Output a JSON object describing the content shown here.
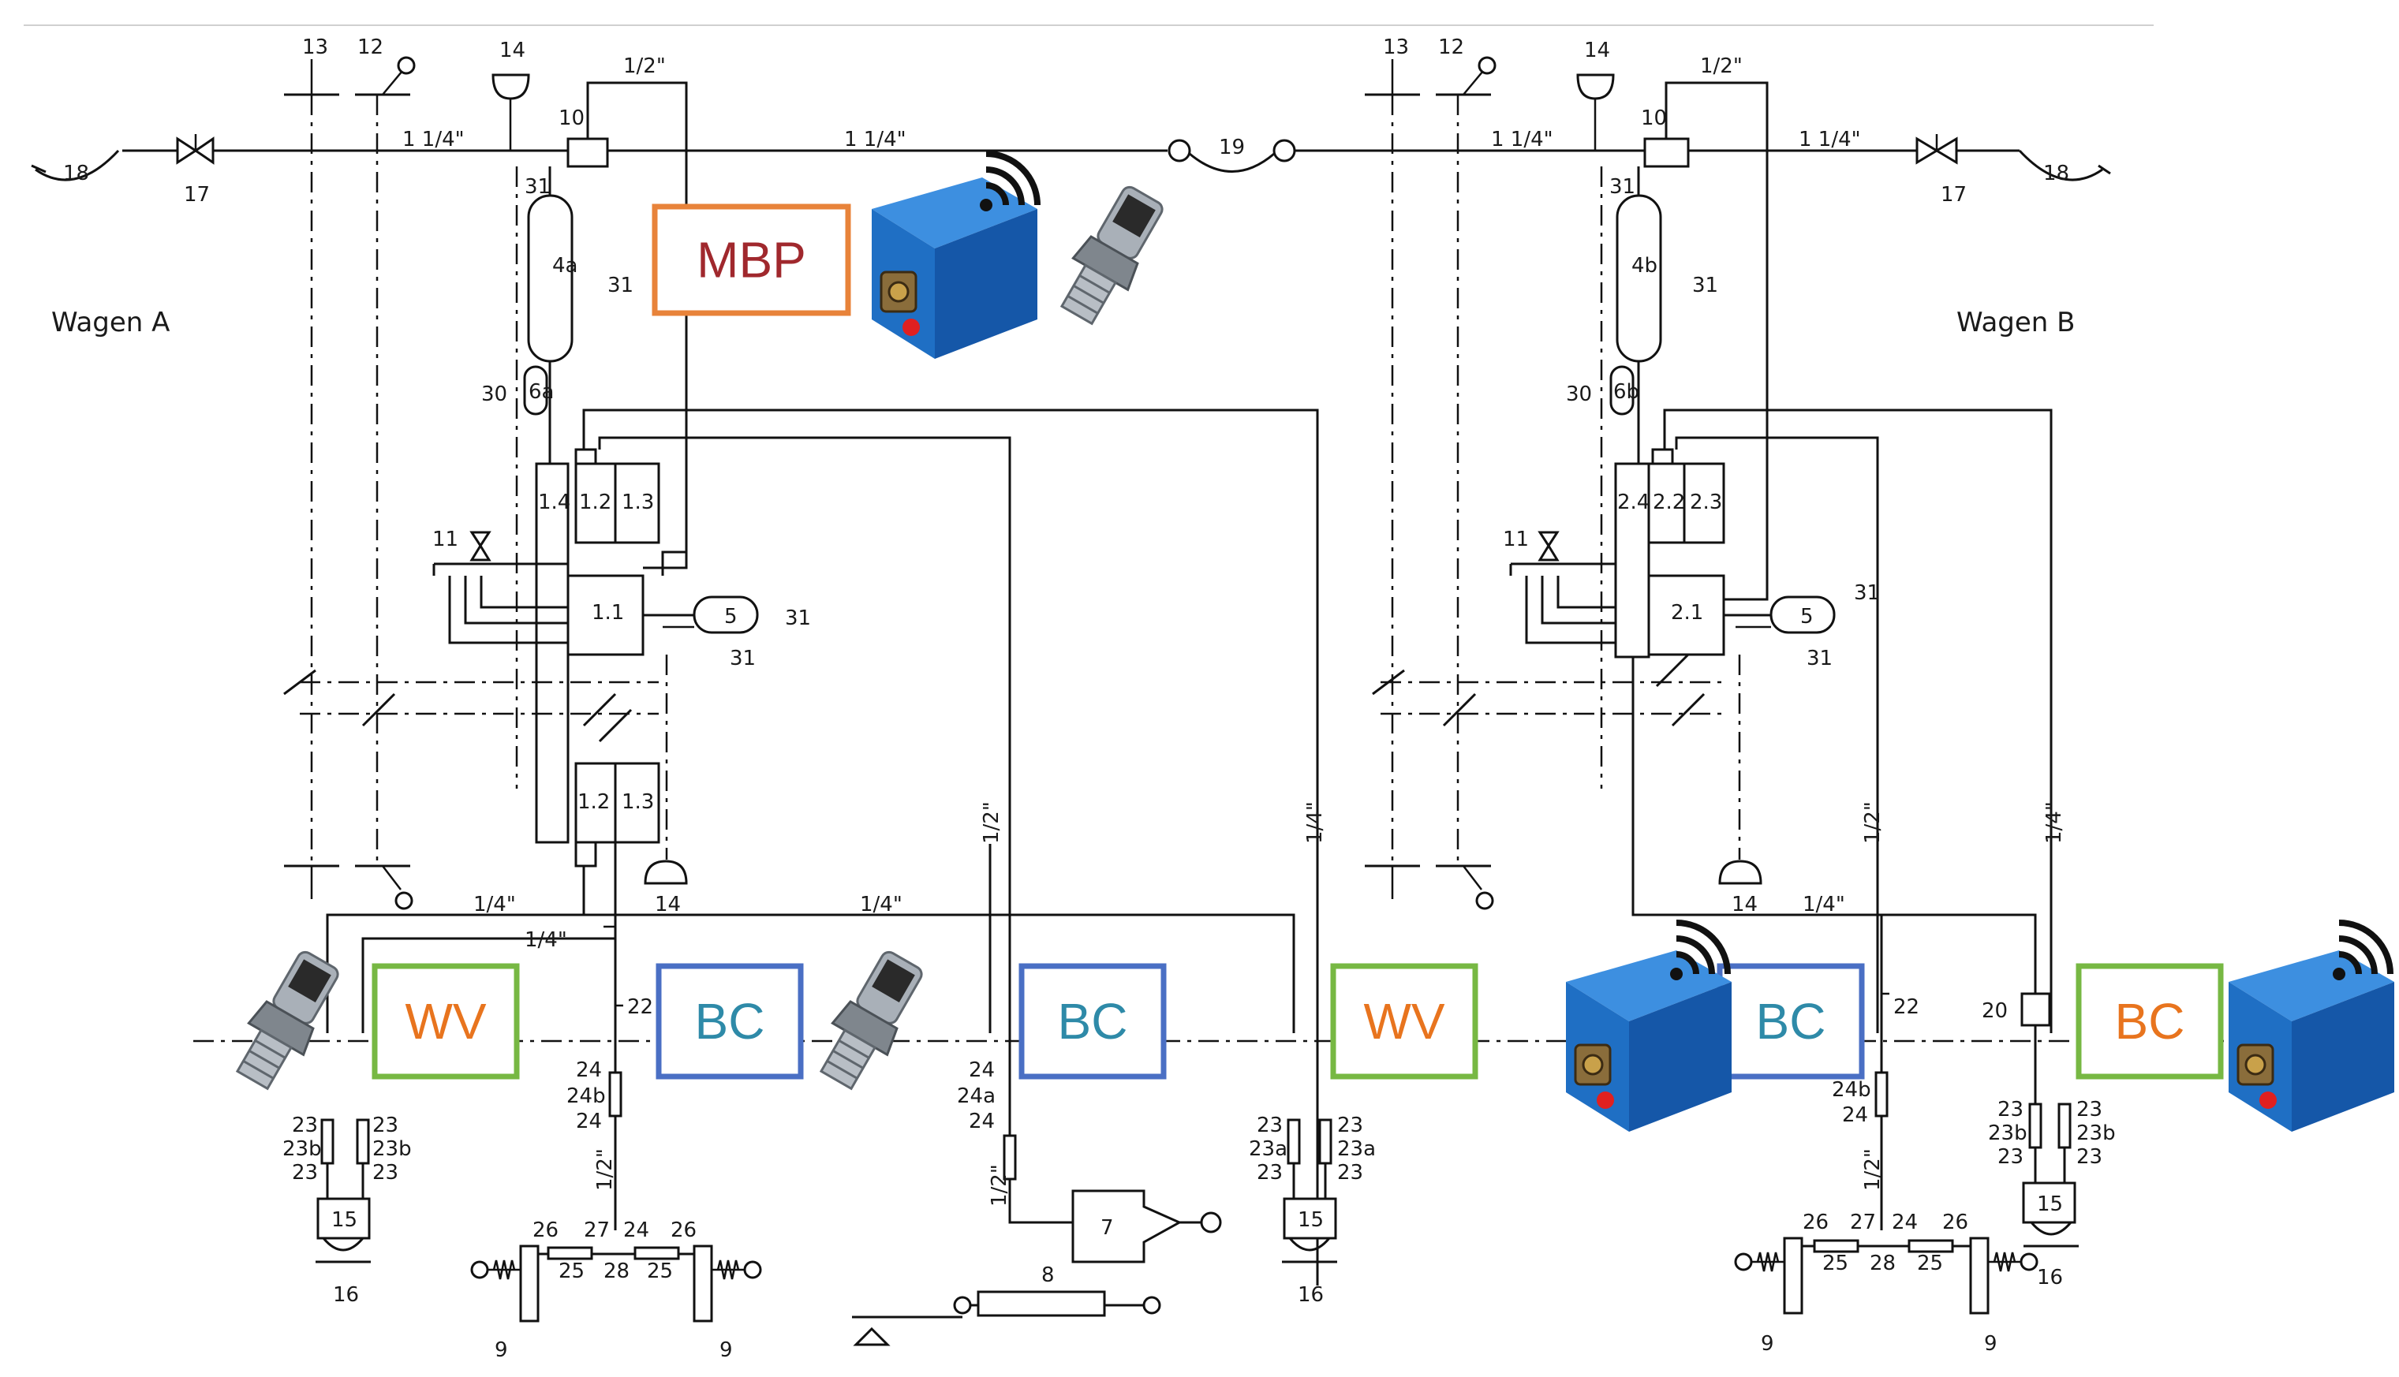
{
  "labels": {
    "wagen_a": "Wagen  A",
    "wagen_b": "Wagen  B"
  },
  "pipe_sizes": {
    "main_a_left": "1  1/4\"",
    "main_a_center": "1  1/4\"",
    "main_b_center": "1  1/4\"",
    "main_b_right": "1  1/4\"",
    "half_a": "1/2\"",
    "half_b": "1/2\"",
    "quarter_a1": "1/4\"",
    "quarter_a2": "1/4\"",
    "quarter_a3": "1/4\"",
    "quarter_b1": "1/4\"",
    "vert_half_a": "1/2\"",
    "vert_quarter_a": "1/4\"",
    "vert_half_b": "1/2\"",
    "vert_quarter_b": "1/4\"",
    "vert_half_bc_a": "1/2\"",
    "vert_half_7": "1/2\"",
    "vert_half_bc_b": "1/2\""
  },
  "tags": {
    "mbp": {
      "text": "MBP",
      "color": "#a0282d",
      "border": "#e8833a"
    },
    "wv_a1": {
      "text": "WV",
      "color": "#e8741e",
      "border": "#77b843"
    },
    "bc_a1": {
      "text": "BC",
      "color": "#2e8aa8",
      "border": "#4a6fc4"
    },
    "bc_a2": {
      "text": "BC",
      "color": "#2e8aa8",
      "border": "#4a6fc4"
    },
    "wv_a2": {
      "text": "WV",
      "color": "#e8741e",
      "border": "#77b843"
    },
    "bc_b1": {
      "text": "BC",
      "color": "#2e8aa8",
      "border": "#4a6fc4"
    },
    "bc_b2": {
      "text": "BC",
      "color": "#e8741e",
      "border": "#77b843"
    }
  },
  "numbers": {
    "n18a": "18",
    "n17a": "17",
    "n13a": "13",
    "n12a": "12",
    "n14a": "14",
    "n10a": "10",
    "n31a": "31",
    "n4a": "4a",
    "n31b": "31",
    "n30a": "30",
    "n6a": "6a",
    "n11a": "11",
    "n14": "1.4",
    "n12": "1.2",
    "n13": "1.3",
    "n11": "1.1",
    "n5a": "5",
    "n31c": "31",
    "n31d": "31",
    "n12b": "1.2",
    "n13b": "1.3",
    "n14b": "14",
    "n19": "19",
    "n22a": "22",
    "n24a": "24",
    "n24ba": "24b",
    "n24c": "24",
    "n23a1": "23",
    "n23ba": "23b",
    "n23a2": "23",
    "n23a3": "23",
    "n23bb": "23b",
    "n23a4": "23",
    "n15a": "15",
    "n16a": "16",
    "n26a": "26",
    "n27a": "27",
    "n24d": "24",
    "n26b": "26",
    "n25a": "25",
    "n28a": "28",
    "n25b": "25",
    "n9a": "9",
    "n9b": "9",
    "n24e": "24",
    "n24aa": "24a",
    "n24f": "24",
    "n7": "7",
    "n8": "8",
    "n23c1": "23",
    "n23ac": "23a",
    "n23c2": "23",
    "n23c3": "23",
    "n23ad": "23a",
    "n23c4": "23",
    "n15b": "15",
    "n16b": "16",
    "n13c": "13",
    "n12c": "12",
    "n14c": "14",
    "n10b": "10",
    "n31e": "31",
    "n4b": "4b",
    "n31f": "31",
    "n30b": "30",
    "n6b": "6b",
    "n11b": "11",
    "n24": "2.4",
    "n22": "2.2",
    "n23": "2.3",
    "n21": "2.1",
    "n5b": "5",
    "n31g": "31",
    "n31h": "31",
    "n14d": "14",
    "n17b": "17",
    "n18b": "18",
    "n22b": "22",
    "n24bb": "24b",
    "n24g": "24",
    "n26c": "26",
    "n27b": "27",
    "n24h": "24",
    "n26d": "26",
    "n25c": "25",
    "n28b": "28",
    "n25d": "25",
    "n9c": "9",
    "n9d": "9",
    "n20": "20",
    "n23d1": "23",
    "n23bc": "23b",
    "n23d2": "23",
    "n23d3": "23",
    "n23bd": "23b",
    "n23d4": "23",
    "n15c": "15",
    "n16c": "16"
  },
  "colors": {
    "line": "#111111",
    "sensor_box": "#1f6fc4",
    "sensor_box_dark": "#0d3f86",
    "transducer_body": "#9aa1a8"
  },
  "icons": {
    "wireless_sensor": "wifi-sensor-box-icon",
    "pressure_transducer": "pressure-transducer-icon",
    "signal": "wifi-signal-icon"
  }
}
